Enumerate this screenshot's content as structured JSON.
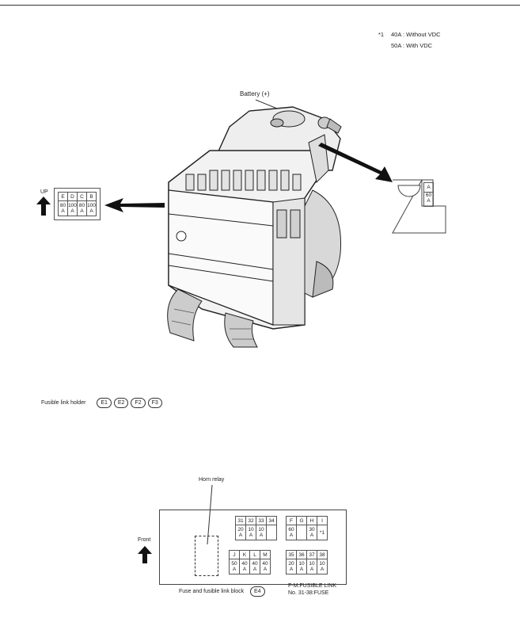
{
  "note": {
    "marker": "*1",
    "line1": "40A : Without VDC",
    "line2": "50A : With VDC"
  },
  "battery_label": "Battery (+)",
  "up_label": "UP",
  "left_fuse_block": {
    "letters": [
      "E",
      "D",
      "C",
      "B"
    ],
    "values": [
      "80\nA",
      "100\nA",
      "80\nA",
      "100\nA"
    ]
  },
  "right_fuse_block": {
    "letter": "A",
    "value": "60\nA"
  },
  "fusible_link_holder": {
    "label": "Fusible link holder",
    "codes": [
      "E1",
      "E2",
      "F2",
      "F3"
    ]
  },
  "horn_relay_label": "Horn relay",
  "front_label": "Front",
  "fuse_block": {
    "top_left_headers": [
      "31",
      "32",
      "33",
      "34"
    ],
    "top_left_values": [
      "20\nA",
      "10\nA",
      "10\nA",
      ""
    ],
    "top_right_headers": [
      "F",
      "G",
      "H",
      "I"
    ],
    "top_right_values": [
      "60\nA",
      "",
      "30\nA",
      "*1"
    ],
    "bottom_left_headers": [
      "J",
      "K",
      "L",
      "M"
    ],
    "bottom_left_values": [
      "50\nA",
      "40\nA",
      "40\nA",
      "40\nA"
    ],
    "bottom_right_headers": [
      "35",
      "36",
      "37",
      "38"
    ],
    "bottom_right_values": [
      "20\nA",
      "10\nA",
      "10\nA",
      "10\nA"
    ],
    "caption": "Fuse and fusible link block",
    "code": "E4",
    "legend_line1": "F-M:FUSIBLE LINK",
    "legend_line2": "No. 31-38:FUSE"
  }
}
